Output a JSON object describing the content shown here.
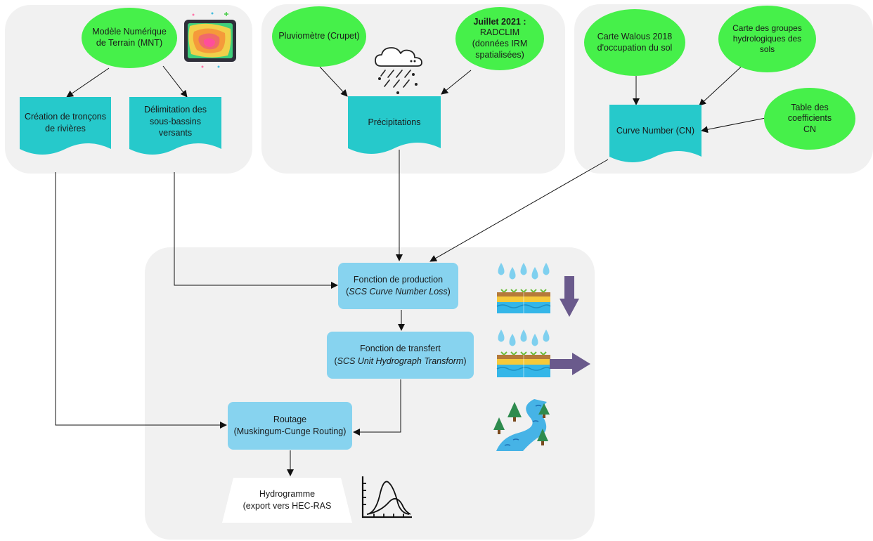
{
  "colors": {
    "input_ellipse": "#46f04a",
    "document": "#26c9cb",
    "process": "#87d3ef",
    "panel": "#f1f1f1",
    "big_arrow": "#6a5a8c"
  },
  "inputs": {
    "mnt": "Modèle Numérique\nde Terrain (MNT)",
    "pluvio": "Pluviomètre (Crupet)",
    "radclim_bold": "Juillet 2021 :",
    "radclim_rest": "RADCLIM\n(données IRM\nspatialisées)",
    "walous": "Carte Walous 2018\nd'occupation du sol",
    "groupes": "Carte des groupes\nhydrologiques des\nsols",
    "table_cn": "Table des coefficients\nCN"
  },
  "documents": {
    "troncons": "Création de tronçons\nde rivières",
    "sous_bassins": "Délimitation des\nsous-bassins\nversants",
    "precipitations": "Précipitations",
    "curve_number": "Curve Number (CN)"
  },
  "processes": {
    "production_title": "Fonction de production",
    "production_method": "SCS Curve Number Loss",
    "transfert_title": "Fonction de transfert",
    "transfert_method": "SCS Unit Hydrograph Transform",
    "routage_title": "Routage",
    "routage_method": "(Muskingum-Cunge Routing)"
  },
  "output": {
    "line1": "Hydrogramme",
    "line2": "(export vers HEC-RAS"
  },
  "icons": {
    "terrain": "topographic-map-icon",
    "rain": "rain-cloud-icon",
    "infiltration": "soil-infiltration-icon",
    "runoff": "surface-runoff-icon",
    "river": "river-forest-icon",
    "hydrograph": "hydrograph-chart-icon"
  }
}
